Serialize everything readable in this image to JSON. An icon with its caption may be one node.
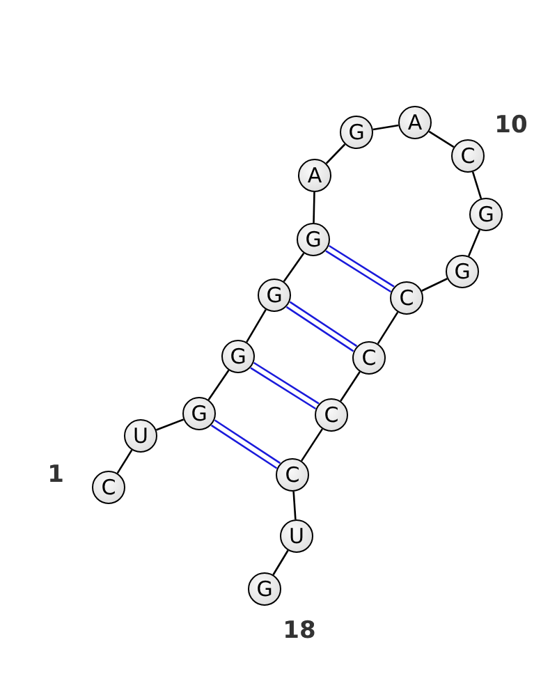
{
  "diagram": {
    "nodes": [
      {
        "text": [
          "C"
        ]
      },
      {
        "text": [
          "U"
        ]
      },
      {
        "text": [
          "G"
        ]
      },
      {
        "text": [
          "G"
        ]
      },
      {
        "text": [
          "G"
        ]
      },
      {
        "text": [
          "G"
        ]
      },
      {
        "text": [
          "A"
        ]
      },
      {
        "text": [
          "G"
        ]
      },
      {
        "text": [
          "A"
        ]
      },
      {
        "text": [
          "C"
        ]
      },
      {
        "text": [
          "G"
        ]
      },
      {
        "text": [
          "G"
        ]
      },
      {
        "text": [
          "C"
        ]
      },
      {
        "text": [
          "C"
        ]
      },
      {
        "text": [
          "C"
        ]
      },
      {
        "text": [
          "C"
        ]
      },
      {
        "text": [
          "U"
        ]
      },
      {
        "text": [
          "G"
        ]
      }
    ],
    "edges": [
      {
        "from": 0,
        "to": 1,
        "arrow": "none"
      },
      {
        "from": 1,
        "to": 2,
        "arrow": "none"
      },
      {
        "from": 2,
        "to": 3,
        "arrow": "none"
      },
      {
        "from": 3,
        "to": 4,
        "arrow": "none"
      },
      {
        "from": 4,
        "to": 5,
        "arrow": "none"
      },
      {
        "from": 5,
        "to": 6,
        "arrow": "none"
      },
      {
        "from": 6,
        "to": 7,
        "arrow": "none"
      },
      {
        "from": 7,
        "to": 8,
        "arrow": "none"
      },
      {
        "from": 8,
        "to": 9,
        "arrow": "none"
      },
      {
        "from": 9,
        "to": 10,
        "arrow": "none"
      },
      {
        "from": 10,
        "to": 11,
        "arrow": "none"
      },
      {
        "from": 11,
        "to": 12,
        "arrow": "none"
      },
      {
        "from": 12,
        "to": 13,
        "arrow": "none"
      },
      {
        "from": 13,
        "to": 14,
        "arrow": "none"
      },
      {
        "from": 14,
        "to": 15,
        "arrow": "none"
      },
      {
        "from": 15,
        "to": 16,
        "arrow": "none"
      },
      {
        "from": 16,
        "to": 17,
        "arrow": "none"
      },
      {
        "from": 2,
        "to": 15,
        "arrow": "none",
        "color": "#1a1adb"
      },
      {
        "from": 3,
        "to": 14,
        "arrow": "none",
        "color": "#1a1adb"
      },
      {
        "from": 4,
        "to": 13,
        "arrow": "none",
        "color": "#1a1adb"
      },
      {
        "from": 5,
        "to": 12,
        "arrow": "none",
        "color": "#1a1adb"
      }
    ],
    "labels": [
      "10",
      "1",
      "18"
    ]
  }
}
